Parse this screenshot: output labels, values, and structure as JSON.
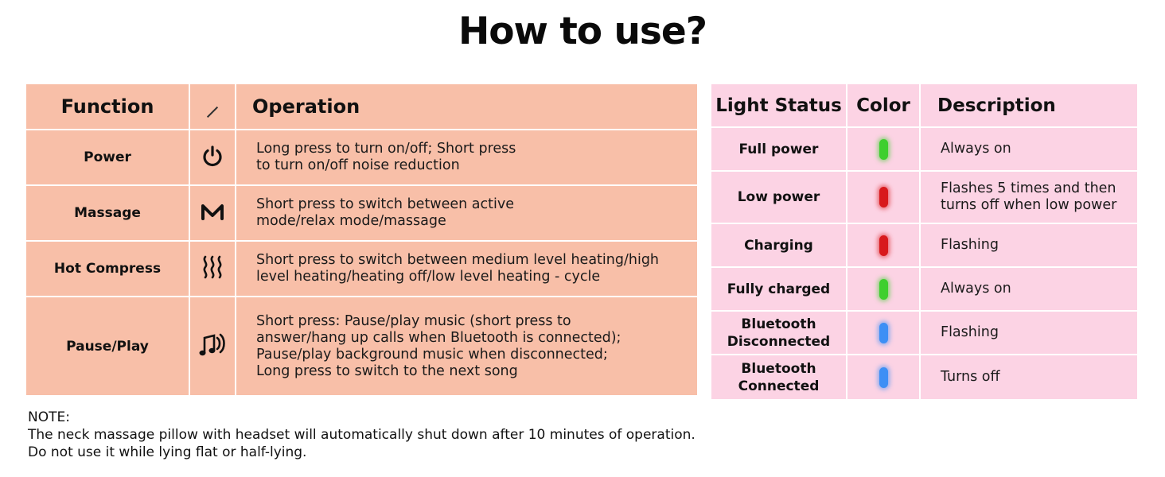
{
  "title": "How to use?",
  "function_table": {
    "headers": [
      "Function",
      "/",
      "Operation"
    ],
    "rows": [
      {
        "name": "Power",
        "icon": "power-icon",
        "operation_lines": [
          "Long press to turn on/off; Short press",
          "to turn on/off noise reduction"
        ]
      },
      {
        "name": "Massage",
        "icon": "massage-m-icon",
        "operation_lines": [
          "Short press to switch between active",
          "mode/relax mode/massage"
        ]
      },
      {
        "name": "Hot Compress",
        "icon": "heat-waves-icon",
        "operation_lines": [
          "Short press to switch between medium level heating/high",
          "level heating/heating off/low level heating - cycle"
        ]
      },
      {
        "name": "Pause/Play",
        "icon": "music-note-icon",
        "operation_lines": [
          "Short press: Pause/play music (short press to",
          "answer/hang up calls when Bluetooth is connected);",
          "Pause/play background music when disconnected;",
          "Long press to switch to the next song"
        ]
      }
    ]
  },
  "light_table": {
    "headers": [
      "Light Status",
      "Color",
      "Description"
    ],
    "rows": [
      {
        "status_lines": [
          "Full power"
        ],
        "color": "#3ecf2e",
        "description_lines": [
          "Always on"
        ]
      },
      {
        "status_lines": [
          "Low power"
        ],
        "color": "#d8191c",
        "description_lines": [
          "Flashes 5 times and then",
          "turns off when low power"
        ]
      },
      {
        "status_lines": [
          "Charging"
        ],
        "color": "#d8191c",
        "description_lines": [
          "Flashing"
        ]
      },
      {
        "status_lines": [
          "Fully charged"
        ],
        "color": "#3ecf2e",
        "description_lines": [
          "Always on"
        ]
      },
      {
        "status_lines": [
          "Bluetooth",
          "Disconnected"
        ],
        "color": "#3d8ff5",
        "description_lines": [
          "Flashing"
        ]
      },
      {
        "status_lines": [
          "Bluetooth",
          "Connected"
        ],
        "color": "#3d8ff5",
        "description_lines": [
          "Turns off"
        ]
      }
    ]
  },
  "note": {
    "label": "NOTE:",
    "lines": [
      "The neck massage pillow with headset will automatically shut down after 10 minutes of operation.",
      "Do not use it while lying flat or half-lying."
    ]
  },
  "colors": {
    "function_table_bg": "#f8bfa8",
    "light_table_bg": "#fcd3e4"
  }
}
